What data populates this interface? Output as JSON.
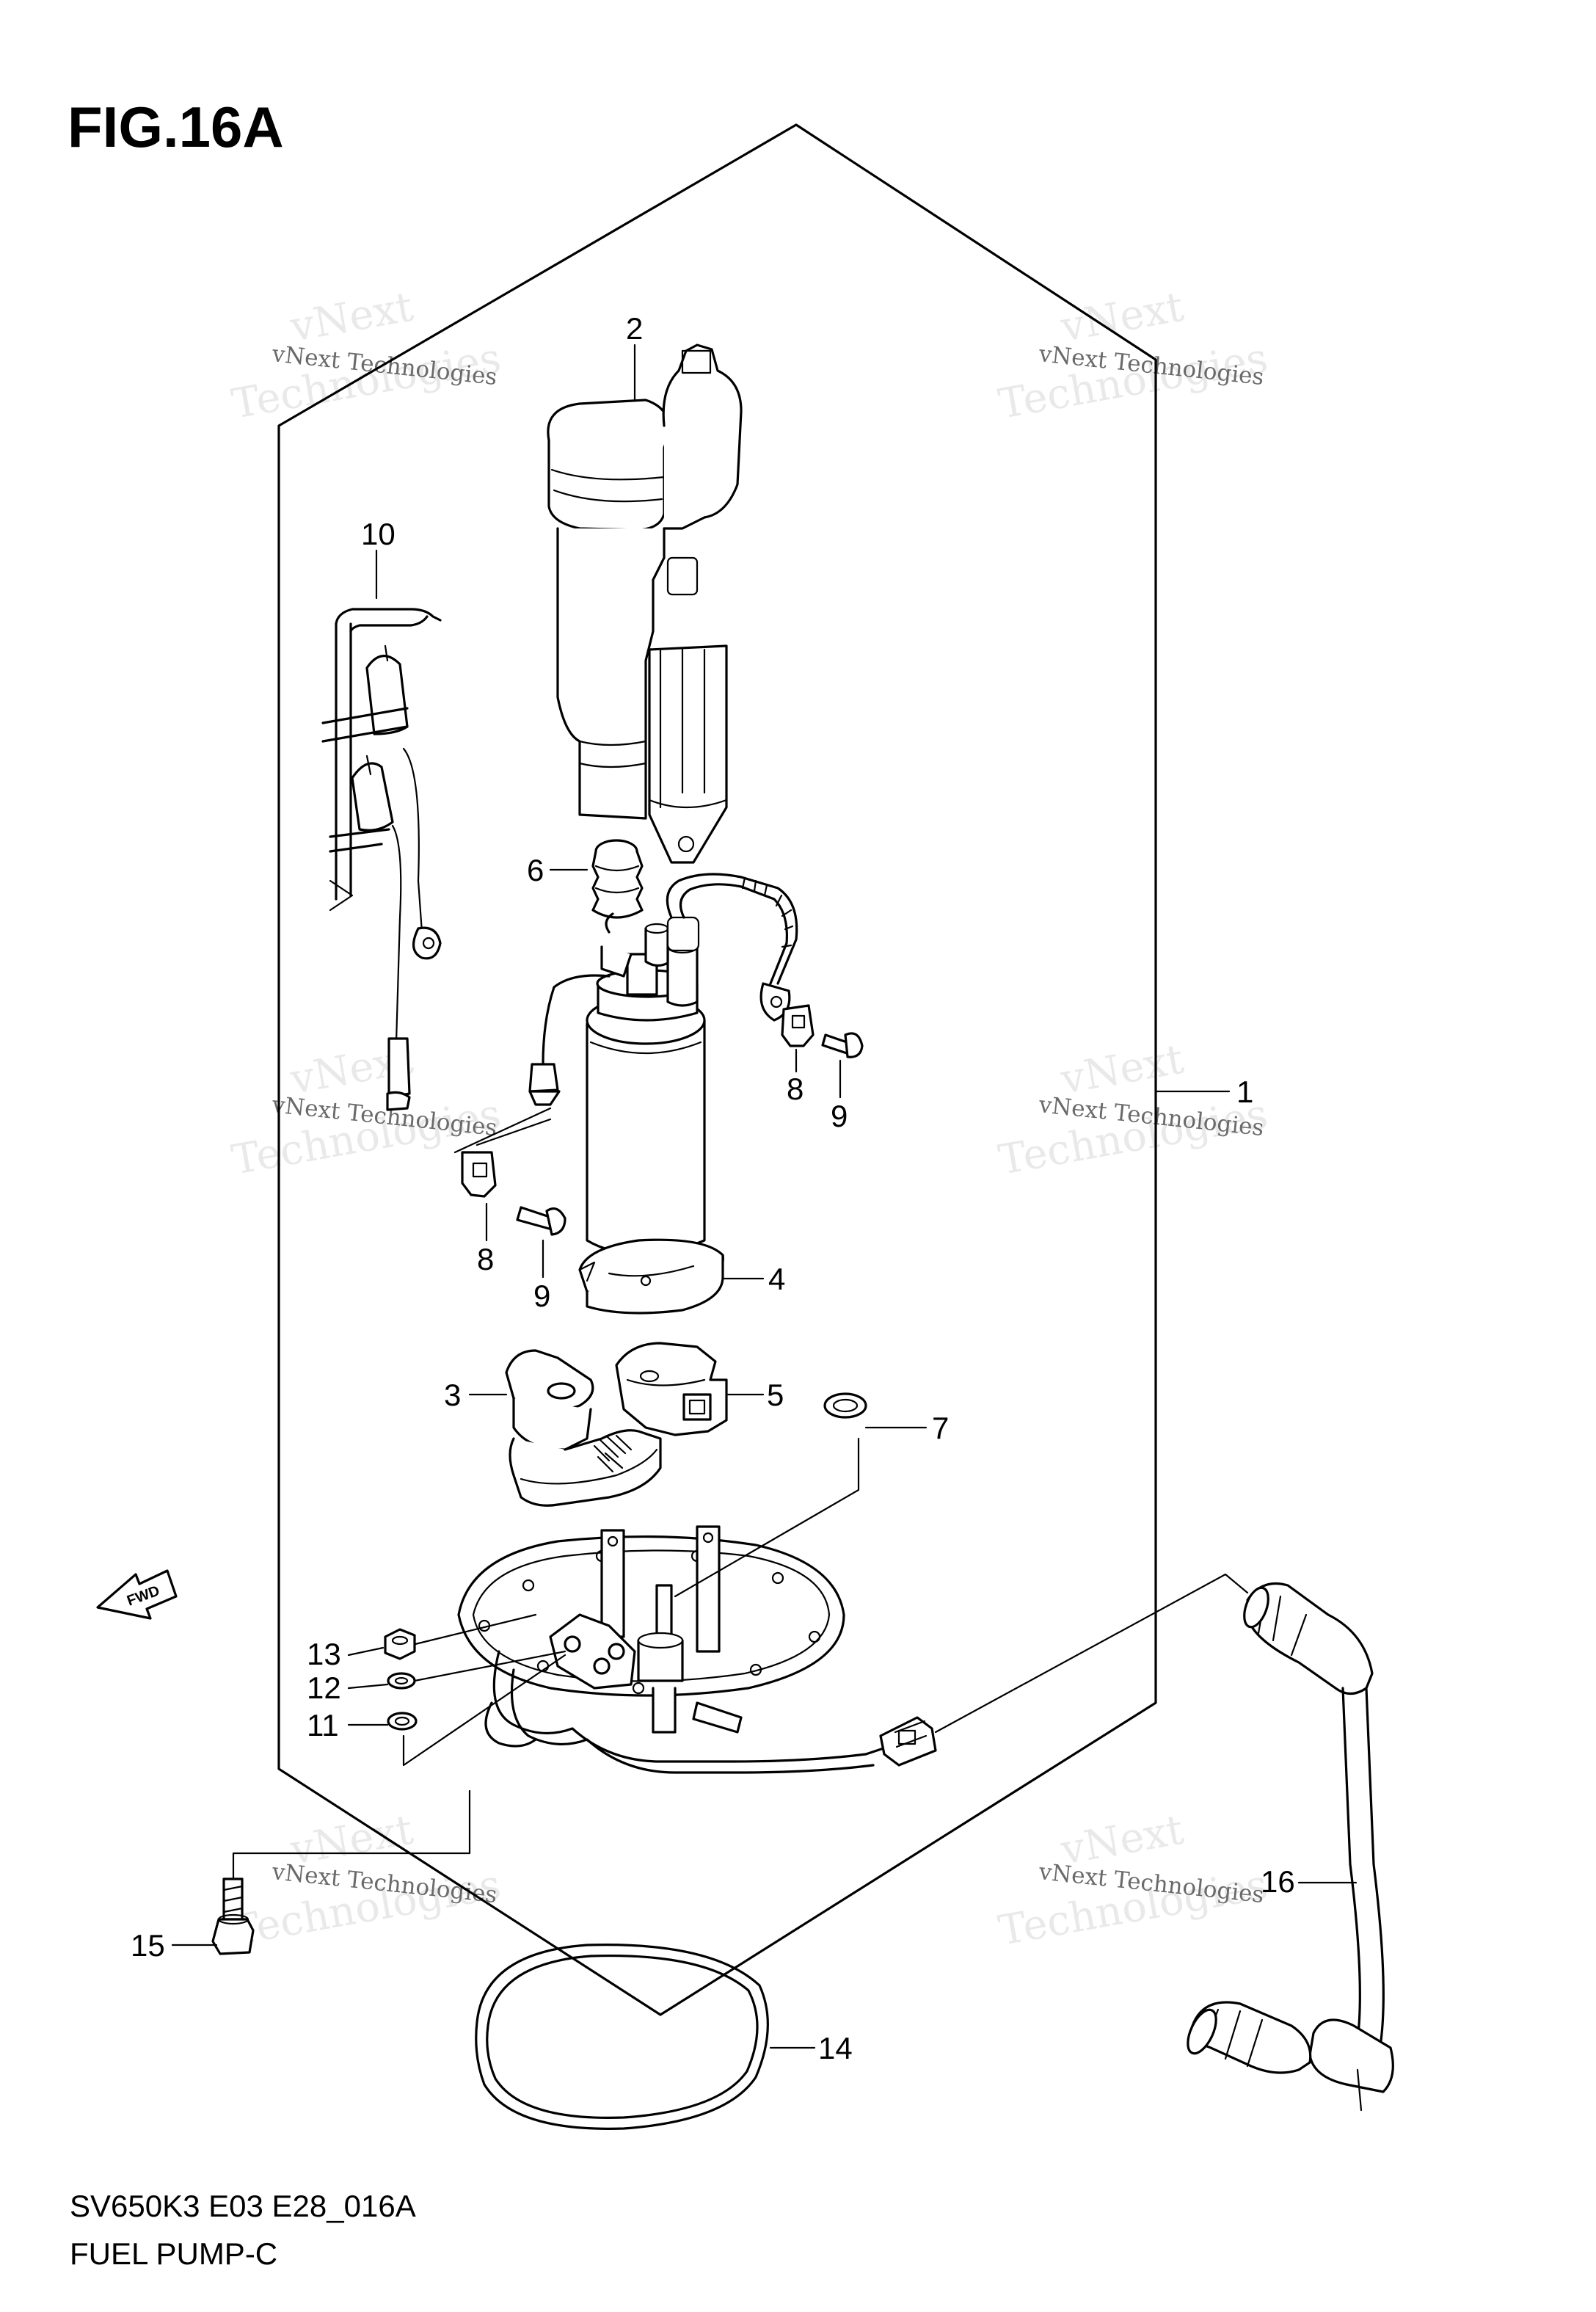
{
  "figure": {
    "title": "FIG.16A",
    "model_code": "SV650K3 E03 E28_016A",
    "caption": "FUEL PUMP-C"
  },
  "fwd_arrow": {
    "label": "FWD"
  },
  "watermark": {
    "line_small": "vNext Technologies",
    "line_big_1": "vNext",
    "line_big_2": "Technologies"
  },
  "callouts": {
    "c1": "1",
    "c2": "2",
    "c3": "3",
    "c4": "4",
    "c5": "5",
    "c6": "6",
    "c7": "7",
    "c8a": "8",
    "c8b": "8",
    "c9a": "9",
    "c9b": "9",
    "c10": "10",
    "c11": "11",
    "c12": "12",
    "c13": "13",
    "c14": "14",
    "c15": "15",
    "c16": "16"
  }
}
